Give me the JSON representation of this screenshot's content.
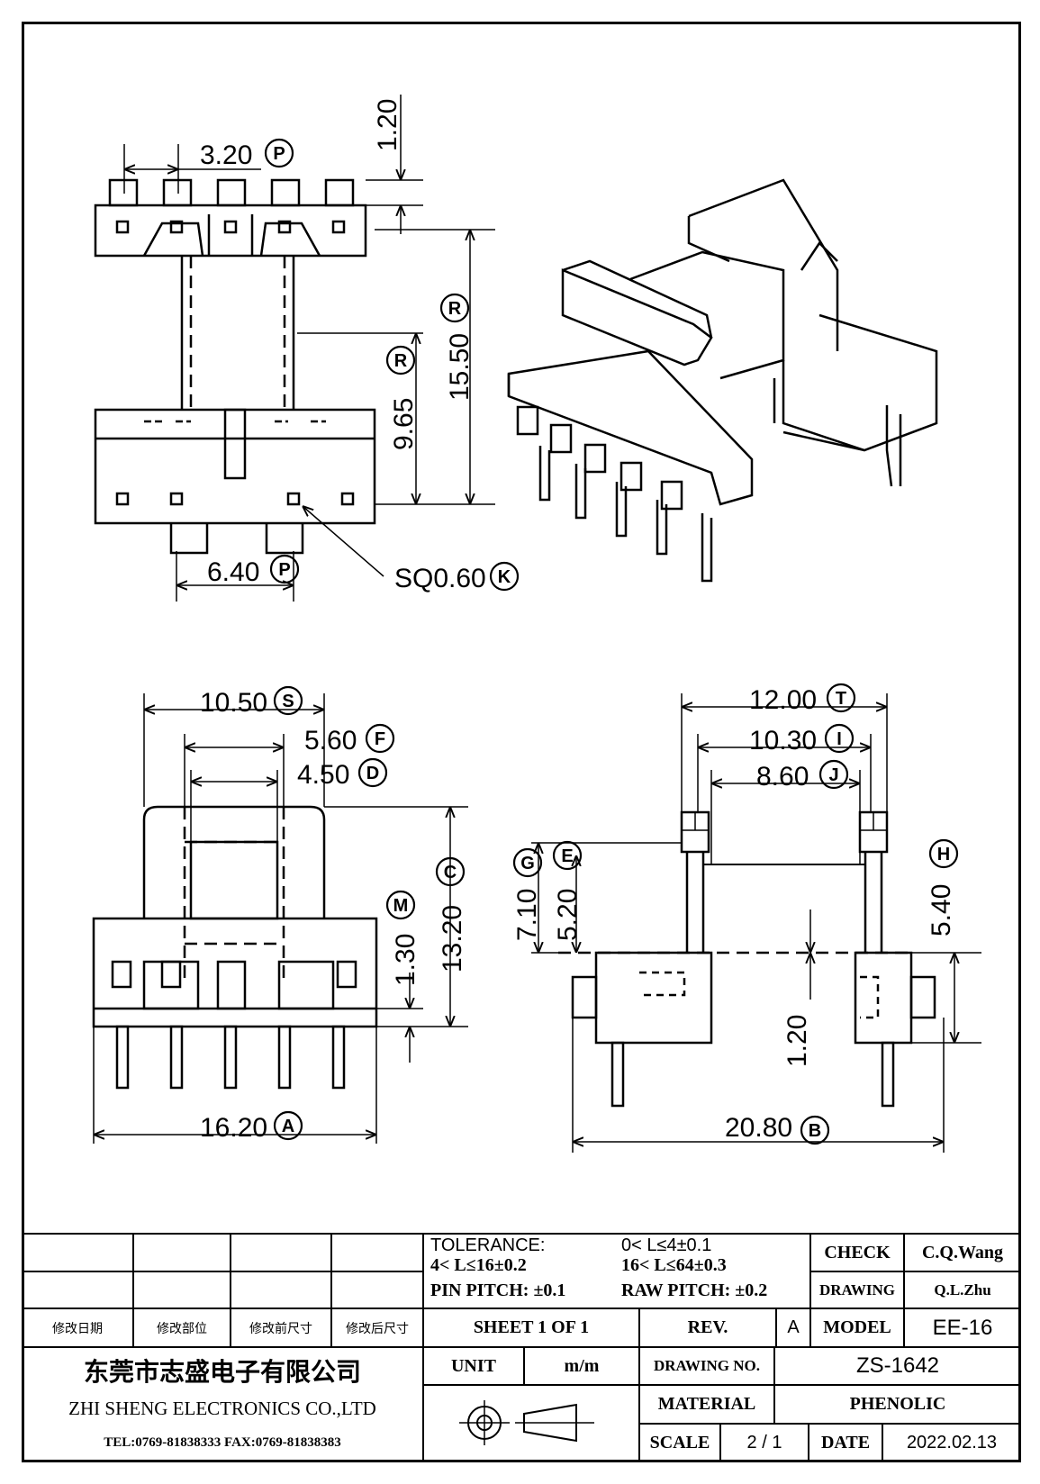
{
  "drawing": {
    "top_view": {
      "dims": [
        {
          "value": "3.20",
          "tag": "P"
        },
        {
          "value": "1.20",
          "tag": ""
        },
        {
          "value": "15.50",
          "tag": "R"
        },
        {
          "value": "9.65",
          "tag": "R"
        },
        {
          "value": "6.40",
          "tag": "P"
        },
        {
          "value": "SQ0.60",
          "tag": "K"
        }
      ]
    },
    "front_view": {
      "dims": [
        {
          "value": "10.50",
          "tag": "S"
        },
        {
          "value": "5.60",
          "tag": "F"
        },
        {
          "value": "4.50",
          "tag": "D"
        },
        {
          "value": "13.20",
          "tag": "C"
        },
        {
          "value": "1.30",
          "tag": "M"
        },
        {
          "value": "16.20",
          "tag": "A"
        }
      ]
    },
    "side_view": {
      "dims": [
        {
          "value": "12.00",
          "tag": "T"
        },
        {
          "value": "10.30",
          "tag": "I"
        },
        {
          "value": "8.60",
          "tag": "J"
        },
        {
          "value": "7.10",
          "tag": "G"
        },
        {
          "value": "5.20",
          "tag": "E"
        },
        {
          "value": "5.40",
          "tag": "H"
        },
        {
          "value": "1.20",
          "tag": ""
        },
        {
          "value": "20.80",
          "tag": "B"
        }
      ]
    }
  },
  "title_block": {
    "tolerance_label": "TOLERANCE:",
    "tol1": "0< L≤4±0.1",
    "tol2": "4< L≤16±0.2",
    "tol3": "16< L≤64±0.3",
    "pin_pitch": "PIN PITCH: ±0.1",
    "raw_pitch": "RAW PITCH: ±0.2",
    "check_label": "CHECK",
    "check_value": "C.Q.Wang",
    "drawing_label": "DRAWING",
    "drawing_value": "Q.L.Zhu",
    "rev_headers": [
      "修改日期",
      "修改部位",
      "修改前尺寸",
      "修改后尺寸"
    ],
    "sheet": "SHEET 1 OF 1",
    "rev_label": "REV.",
    "rev_value": "A",
    "model_label": "MODEL",
    "model_value": "EE-16",
    "company_cn": "东莞市志盛电子有限公司",
    "company_en": "ZHI SHENG ELECTRONICS CO.,LTD",
    "tel_fax": "TEL:0769-81838333 FAX:0769-81838383",
    "unit_label": "UNIT",
    "unit_value": "m/m",
    "drawing_no_label": "DRAWING NO.",
    "drawing_no_value": "ZS-1642",
    "material_label": "MATERIAL",
    "material_value": "PHENOLIC",
    "scale_label": "SCALE",
    "scale_value": "2 / 1",
    "date_label": "DATE",
    "date_value": "2022.02.13"
  }
}
